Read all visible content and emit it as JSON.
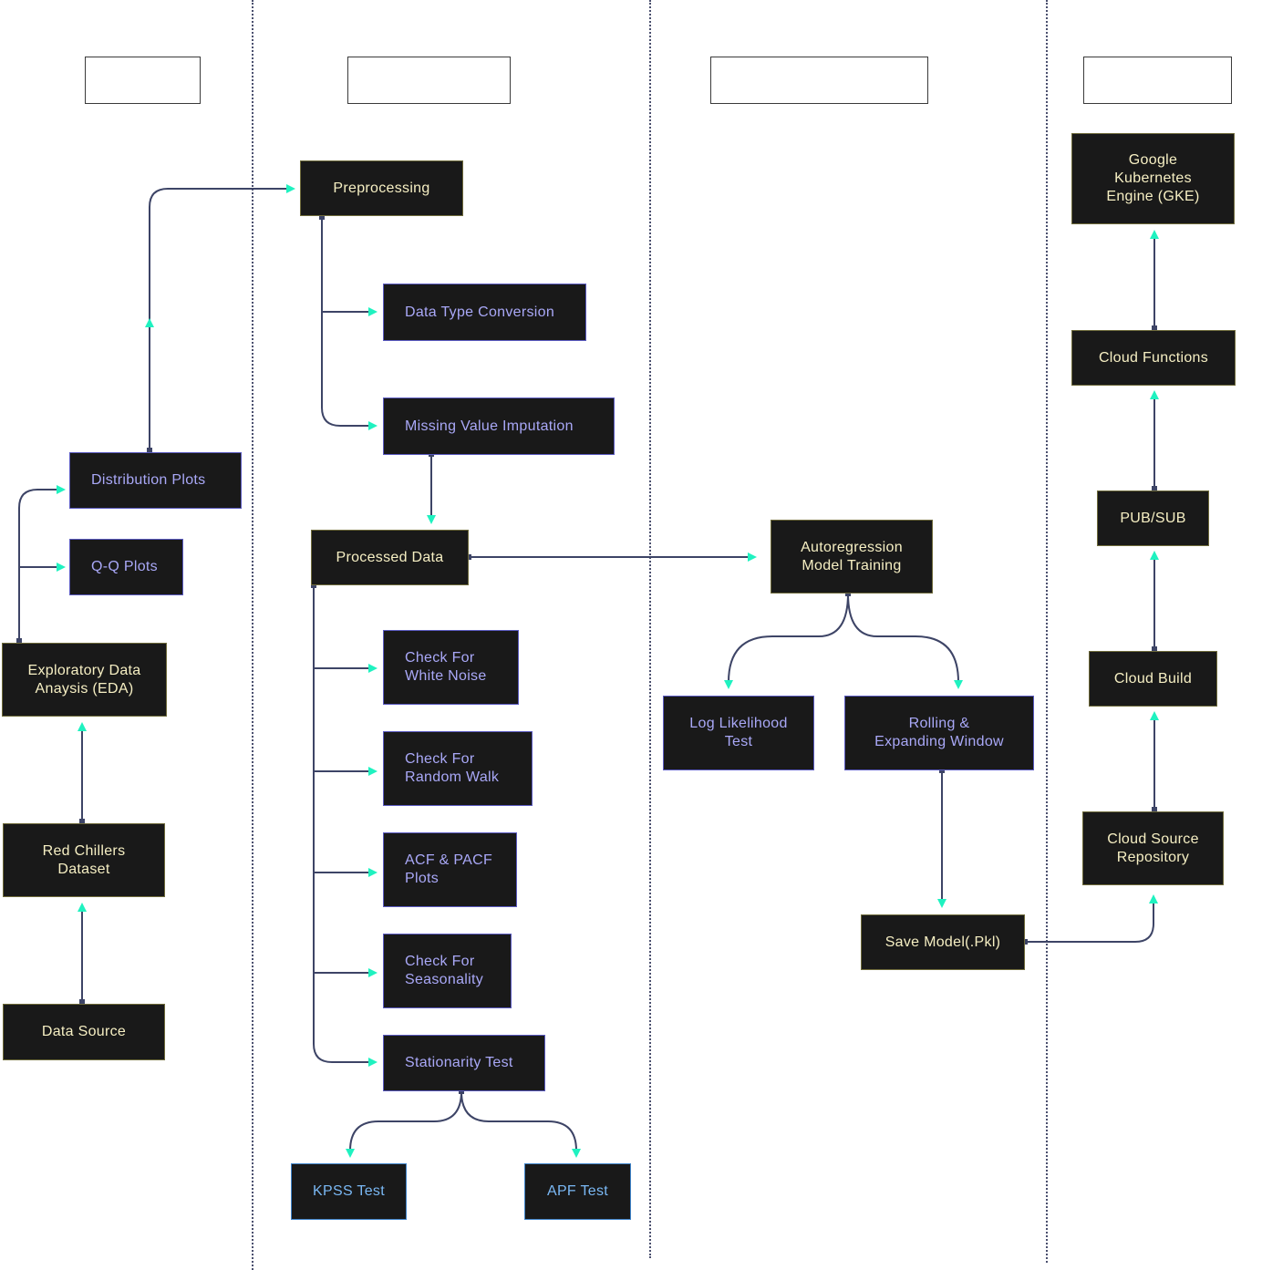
{
  "columns": [
    {
      "header": ""
    },
    {
      "header": ""
    },
    {
      "header": ""
    },
    {
      "header": ""
    }
  ],
  "nodes": {
    "preprocessing": "Preprocessing",
    "data_type_conversion": "Data Type Conversion",
    "missing_value_imputation": "Missing Value Imputation",
    "distribution_plots": "Distribution Plots",
    "qq_plots": "Q-Q Plots",
    "eda": "Exploratory Data\nAnaysis (EDA)",
    "red_chillers_dataset": "Red Chillers\nDataset",
    "data_source": "Data Source",
    "processed_data": "Processed Data",
    "check_white_noise": "Check For\nWhite Noise",
    "check_random_walk": "Check For\nRandom Walk",
    "acf_pacf_plots": "ACF & PACF\nPlots",
    "check_seasonality": "Check For\nSeasonality",
    "stationarity_test": "Stationarity Test",
    "kpss_test": "KPSS Test",
    "apf_test": "APF Test",
    "autoregression_training": "Autoregression\nModel Training",
    "log_likelihood_test": "Log Likelihood\nTest",
    "rolling_expanding_window": "Rolling &\nExpanding Window",
    "save_model": "Save Model(.Pkl)",
    "gke": "Google\nKubernetes\nEngine (GKE)",
    "cloud_functions": "Cloud Functions",
    "pub_sub": "PUB/SUB",
    "cloud_build": "Cloud Build",
    "cloud_source_repository": "Cloud Source\nRepository"
  },
  "colors": {
    "node_fill": "#191919",
    "connector": "#3d4466",
    "arrowhead": "#1ff2c0",
    "yellow_text": "#f6efc3",
    "purple_text": "#a9a8f7",
    "blue_text": "#7ab8f4",
    "divider": "#4a4f6e"
  }
}
